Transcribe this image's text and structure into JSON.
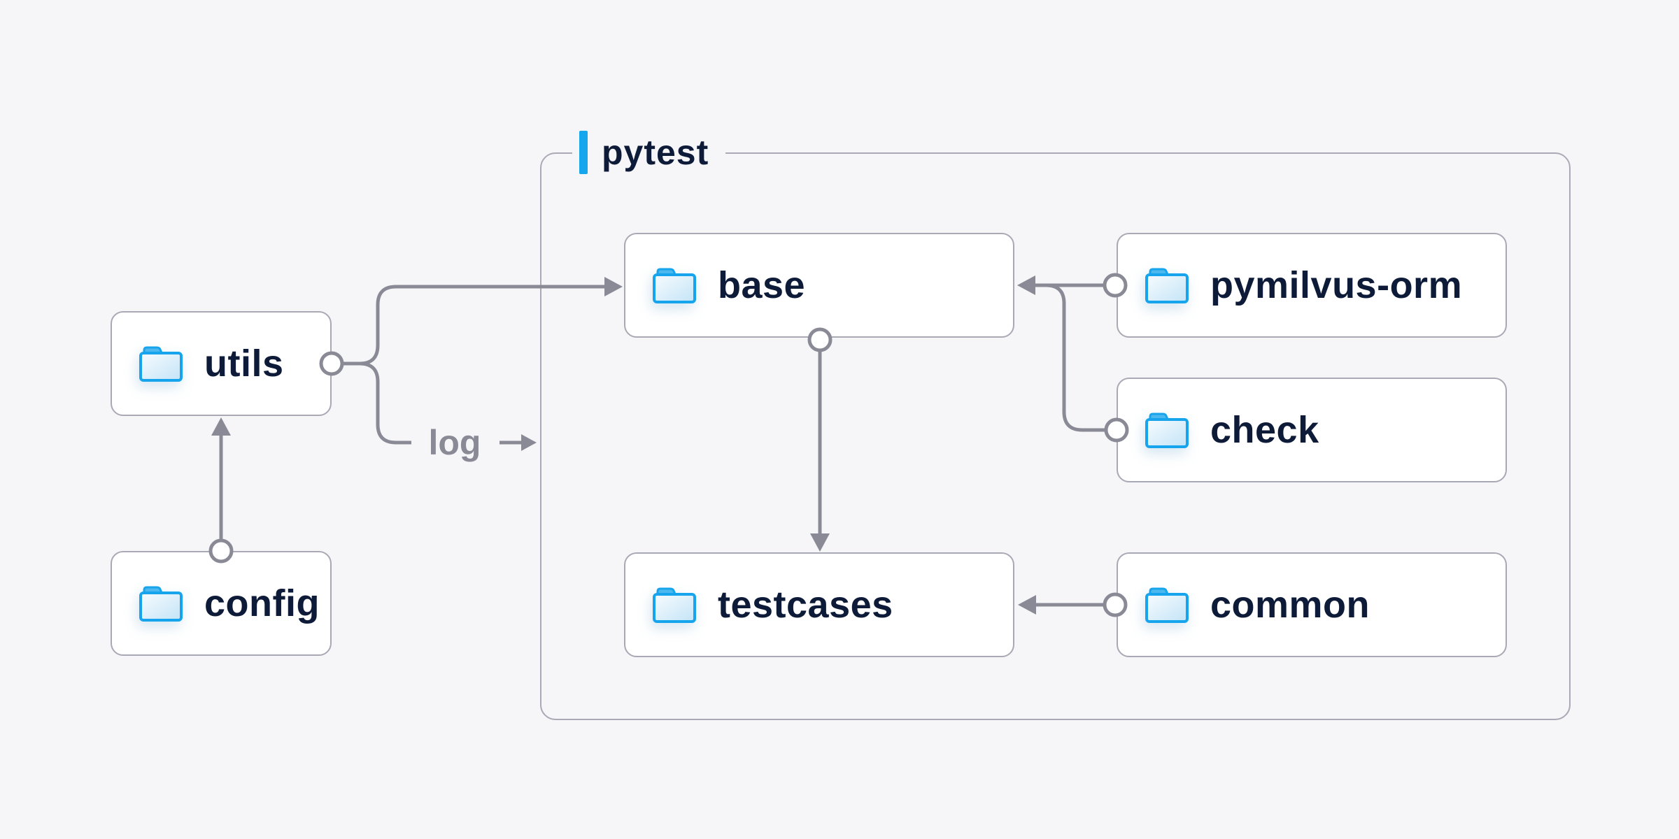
{
  "group": {
    "label": "pytest"
  },
  "nodes": {
    "utils": {
      "label": "utils"
    },
    "config": {
      "label": "config"
    },
    "base": {
      "label": "base"
    },
    "testcases": {
      "label": "testcases"
    },
    "pymilvus": {
      "label": "pymilvus-orm"
    },
    "check": {
      "label": "check"
    },
    "common": {
      "label": "common"
    }
  },
  "edge_label": {
    "text": "log"
  },
  "edges": [
    {
      "from": "config",
      "to": "utils",
      "style": "arrow-with-dot"
    },
    {
      "from": "utils",
      "to": "base",
      "style": "arrow-with-dot"
    },
    {
      "from": "utils",
      "to": "log",
      "style": "labeled-arrow",
      "label": "log"
    },
    {
      "from": "base",
      "to": "testcases",
      "style": "arrow-with-dot"
    },
    {
      "from": "pymilvus-orm",
      "to": "base",
      "style": "arrow-with-dot"
    },
    {
      "from": "check",
      "to": "base",
      "style": "arrow-with-dot"
    },
    {
      "from": "common",
      "to": "testcases",
      "style": "arrow-with-dot"
    }
  ],
  "icons": {
    "node_icon": "folder-icon"
  },
  "colors": {
    "background": "#f6f6f8",
    "box_background": "#ffffff",
    "box_border": "#a9a9b5",
    "connector_line": "#8a8a96",
    "label_text": "#0e1b38",
    "muted_label_text": "#8a8a96",
    "accent_blue": "#14a7ee",
    "folder_border_blue": "#16a5ec",
    "folder_tab_blue": "#4cb8ef"
  }
}
